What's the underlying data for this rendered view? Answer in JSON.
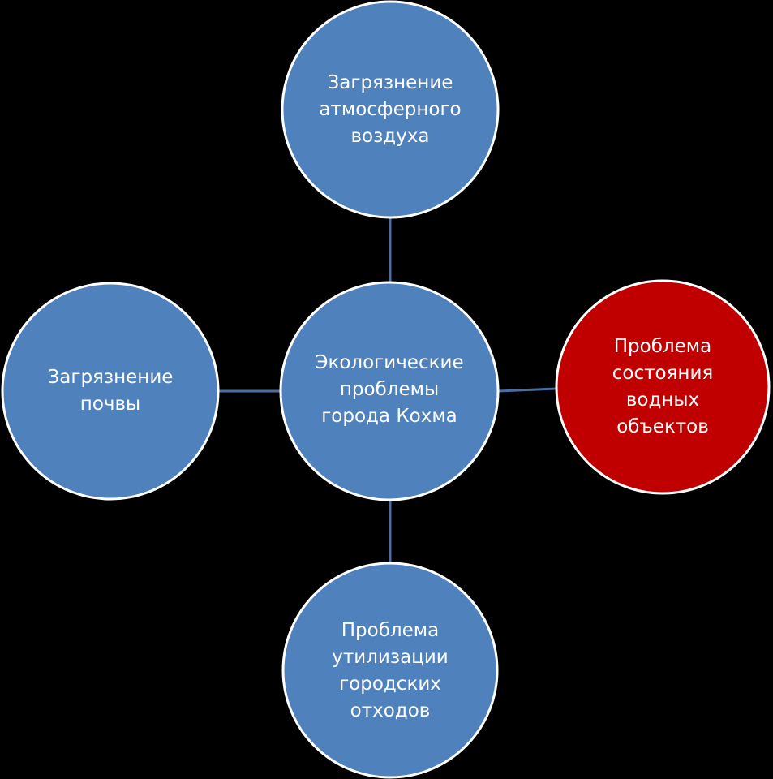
{
  "colors": {
    "background": "#000000",
    "node_fill": "#4f81bd",
    "highlight_fill": "#c00000",
    "node_stroke": "#ffffff",
    "connector": "#4a6ea3"
  },
  "center": {
    "label": "Экологические\nпроблемы\nгорода Кохма"
  },
  "satellites": {
    "top": {
      "label": "Загрязнение\nатмосферного\nвоздуха"
    },
    "left": {
      "label": "Загрязнение\nпочвы"
    },
    "right": {
      "label": "Проблема\nсостояния\nводных\nобъектов"
    },
    "bottom": {
      "label": "Проблема\nутилизации\nгородских\nотходов"
    }
  }
}
